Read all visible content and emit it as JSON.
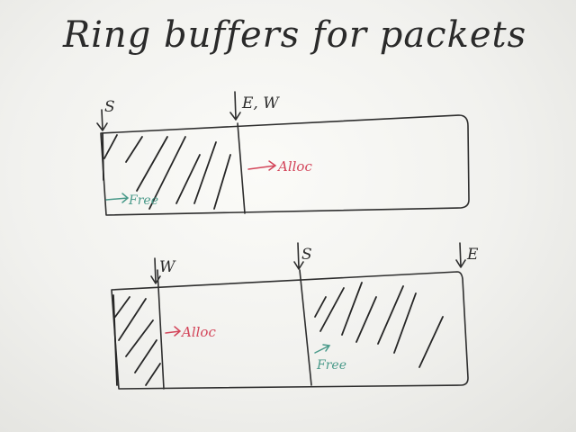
{
  "title": "Ring buffers for packets",
  "diagram1": {
    "pointer_s": "S",
    "pointer_ew": "E, W",
    "alloc_label": "Alloc",
    "free_label": "Free"
  },
  "diagram2": {
    "pointer_w": "W",
    "pointer_s": "S",
    "pointer_e": "E",
    "alloc_label": "Alloc",
    "free_label": "Free"
  },
  "colors": {
    "ink": "#2e2e2e",
    "alloc": "#d3455a",
    "free": "#4a9a8a"
  }
}
